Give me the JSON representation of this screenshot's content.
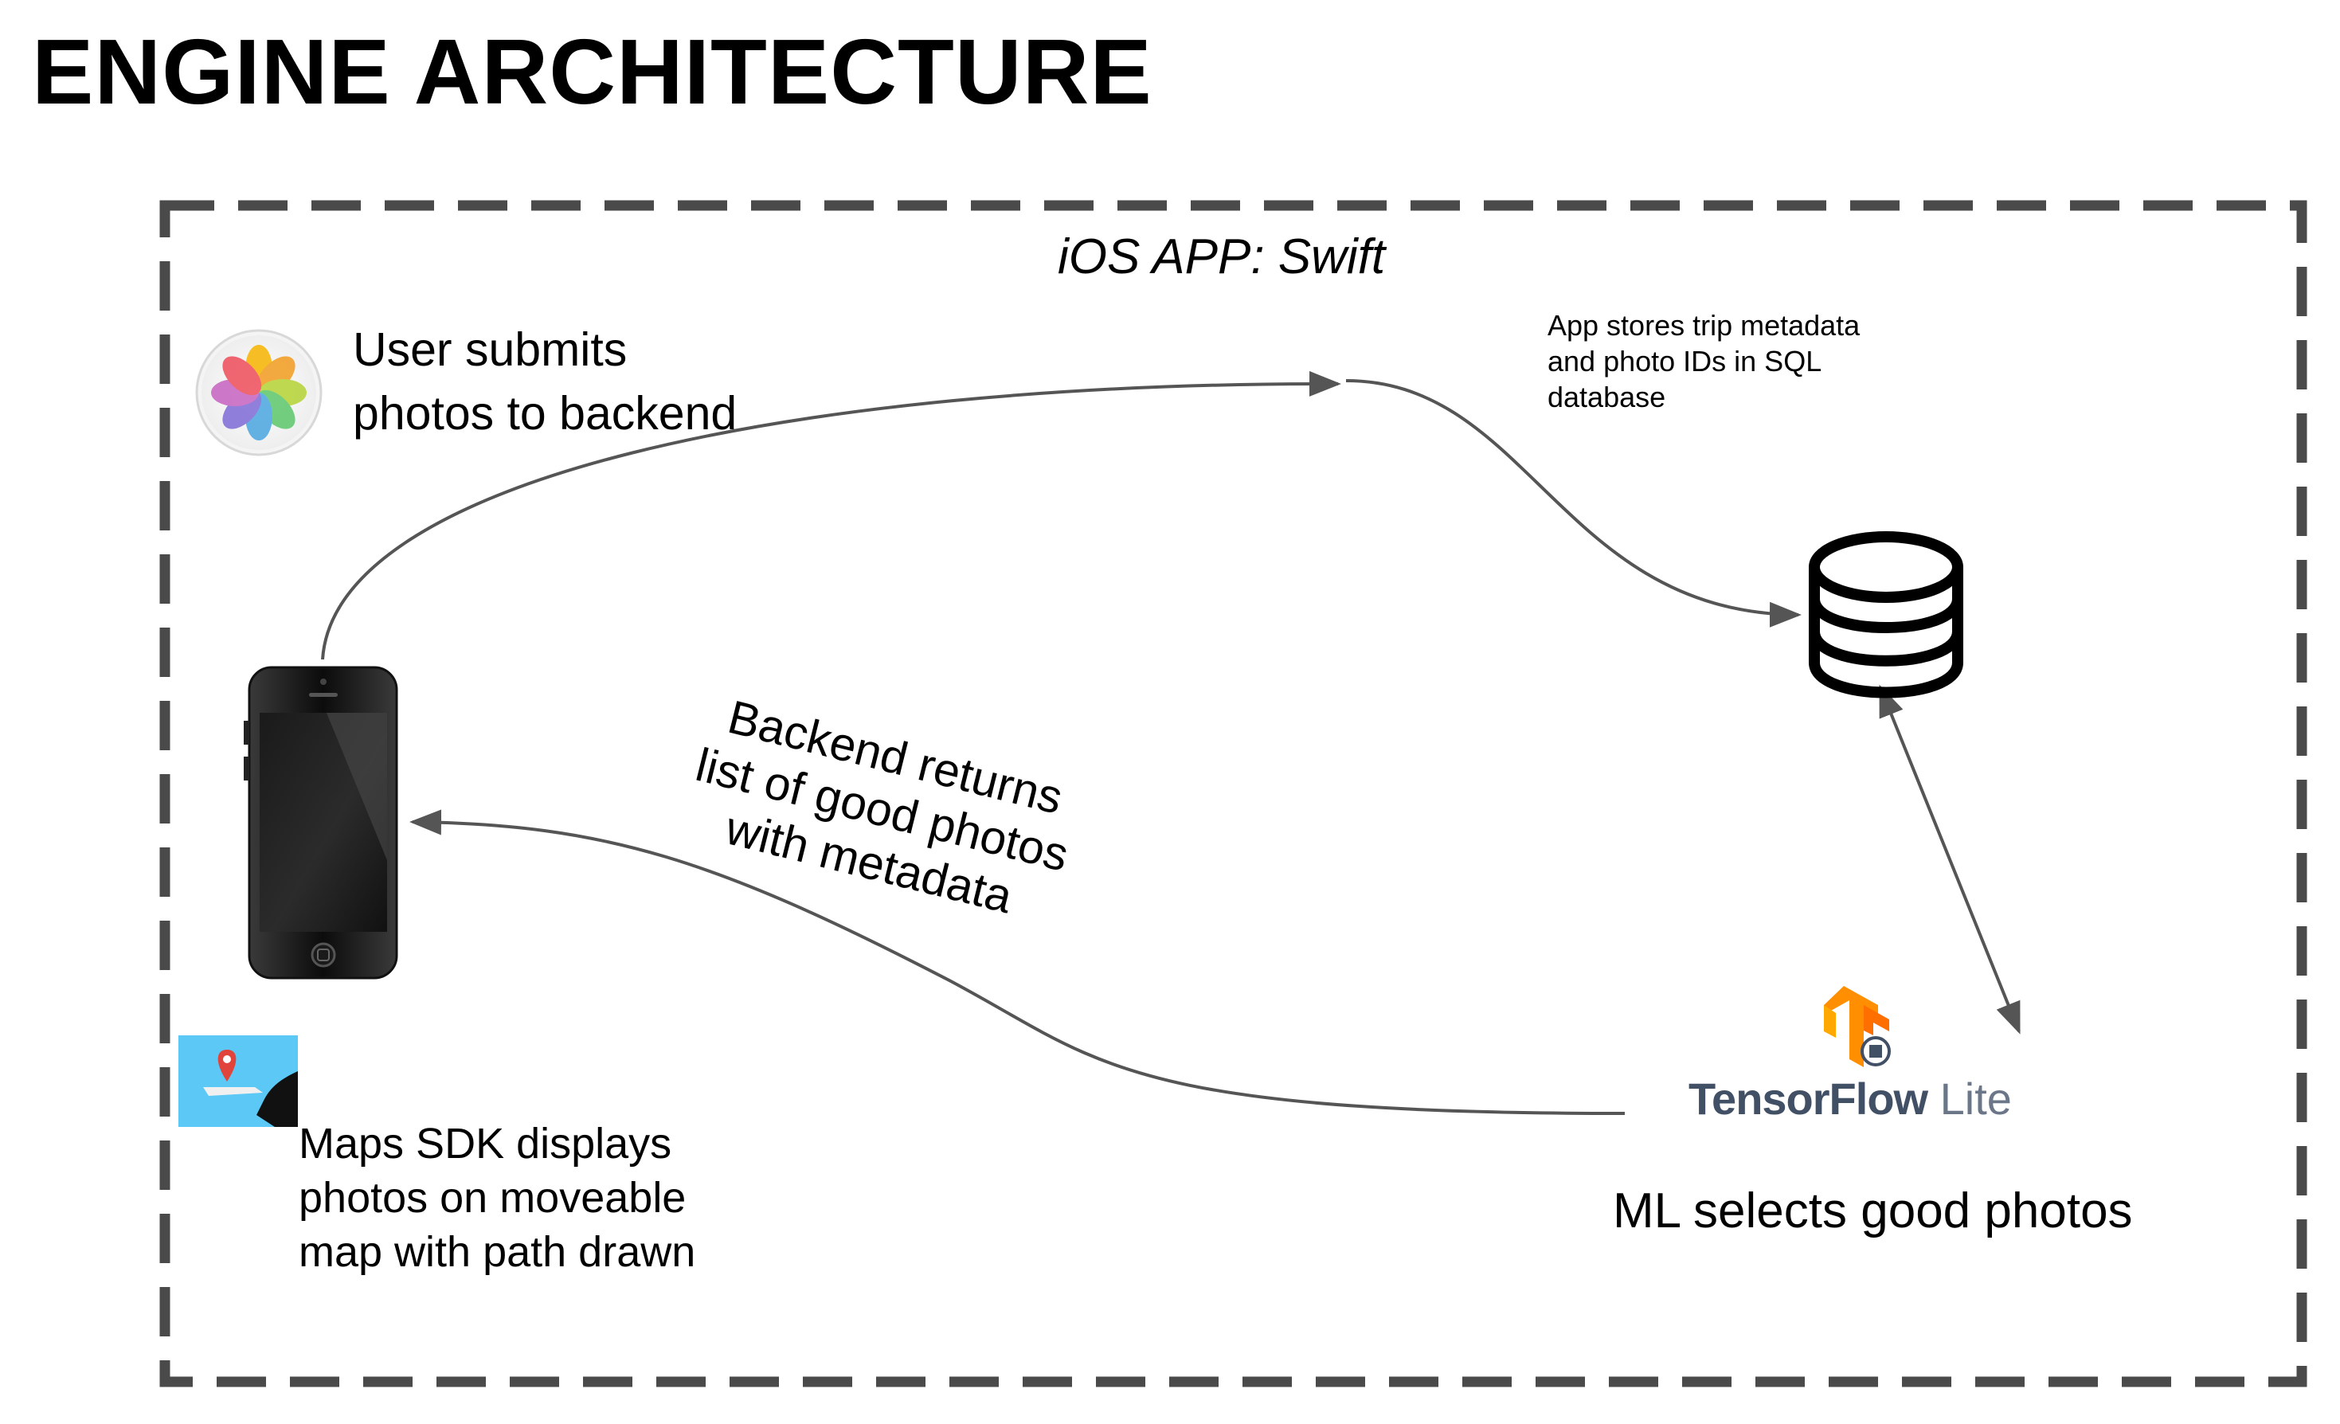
{
  "title": "ENGINE ARCHITECTURE",
  "container": {
    "label": "iOS APP: Swift"
  },
  "steps": {
    "submit": [
      "User submits",
      "photos to backend"
    ],
    "store": [
      "App stores trip metadata",
      "and photo IDs in SQL",
      "database"
    ],
    "return": [
      "Backend returns",
      "list of good photos",
      "with metadata"
    ],
    "ml": "ML selects good photos",
    "maps": [
      "Maps SDK displays",
      "photos on moveable",
      "map with path drawn"
    ]
  },
  "brand": {
    "tensorflow_bold": "TensorFlow",
    "tensorflow_light": "Lite"
  },
  "icons": [
    "photos-app-icon",
    "iphone-icon",
    "maps-sdk-icon",
    "database-icon",
    "tensorflow-logo-icon"
  ],
  "colors": {
    "dashed_border": "#4a4a4a",
    "arrow": "#555555",
    "tf_orange": "#FF8F00",
    "tf_text": "#425066",
    "maps_bg": "#5BC8F5"
  }
}
